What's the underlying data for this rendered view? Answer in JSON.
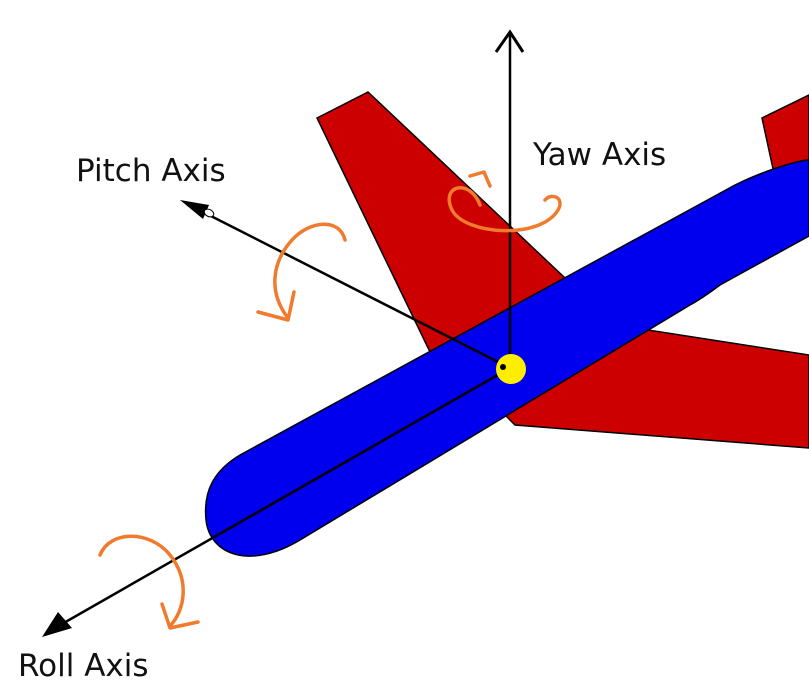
{
  "labels": {
    "pitch_axis": "Pitch Axis",
    "yaw_axis": "Yaw Axis",
    "roll_axis": "Roll Axis"
  },
  "colors": {
    "fuselage": "#0000ee",
    "wings": "#cc0000",
    "center_of_gravity": "#ffee00",
    "rotation_arrows": "#f07a2e",
    "axis_lines": "#000000"
  },
  "icons": {
    "aircraft": "airplane-icon",
    "rotation": "curved-arrow-icon",
    "center": "center-of-gravity-dot"
  }
}
